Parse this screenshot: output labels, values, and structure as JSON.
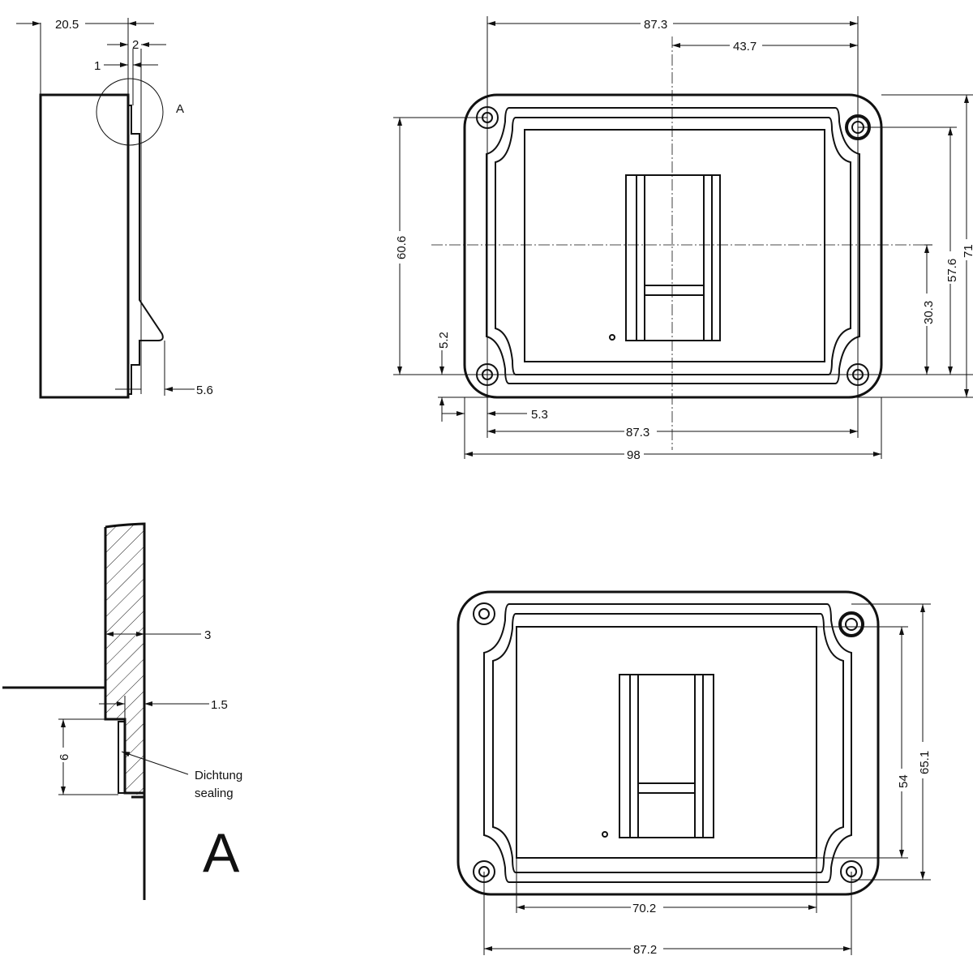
{
  "side_view": {
    "dim_depth": "20.5",
    "dim_step_2": "2",
    "dim_step_1": "1",
    "detail_marker": "A",
    "dim_latch": "5.6"
  },
  "front_view": {
    "dim_hole_spacing_top": "87.3",
    "dim_center_offset": "43.7",
    "dim_vertical_holes": "60.6",
    "dim_hole_edge_v": "5.2",
    "dim_hole_edge_h": "5.3",
    "dim_hole_spacing_bottom": "87.3",
    "dim_overall_width": "98",
    "dim_half_height": "30.3",
    "dim_hole_height": "57.6",
    "dim_overall_height": "71"
  },
  "cutout_view": {
    "dim_screen_height": "54",
    "dim_height": "65.1",
    "dim_screen_width": "70.2",
    "dim_hole_width": "87.2"
  },
  "detail_a": {
    "dim_thickness": "3",
    "dim_step": "1.5",
    "dim_seal_height": "6",
    "label_de": "Dichtung",
    "label_en": "sealing",
    "title": "A"
  }
}
